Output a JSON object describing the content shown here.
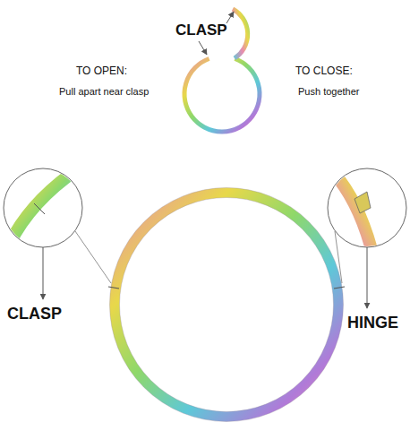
{
  "diagram": {
    "labels": [
      "CLASP",
      "TO OPEN:",
      "Pull apart near clasp",
      "TO CLOSE:",
      "Push together",
      "CLASP",
      "HINGE"
    ]
  }
}
